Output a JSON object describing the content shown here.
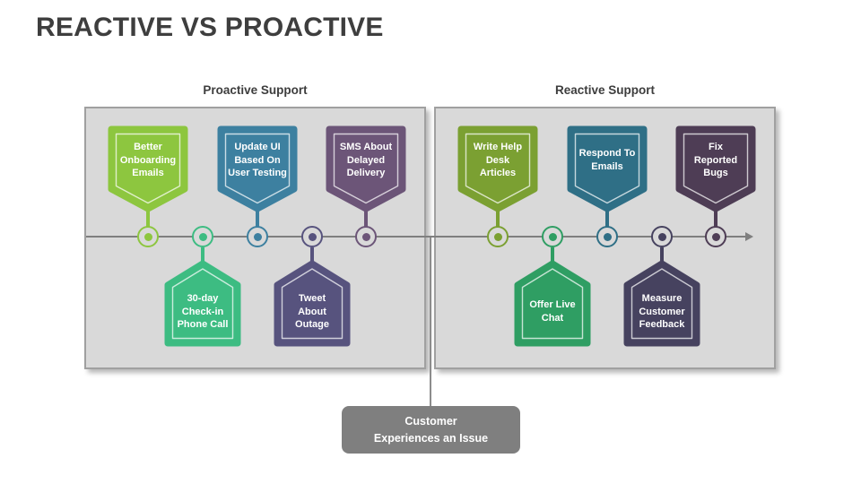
{
  "title": "REACTIVE VS PROACTIVE",
  "colors": {
    "panel_background": "#D9D9D9",
    "panel_border": "#A0A0A0",
    "timeline": "#7F7F7F",
    "title_text": "#3E3E3E"
  },
  "panels": [
    {
      "header": "Proactive Support",
      "items": [
        {
          "label": "Better\nOnboarding\nEmails",
          "position": "top",
          "color": "#8DC63F"
        },
        {
          "label": "30-day\nCheck-in\nPhone Call",
          "position": "bottom",
          "color": "#3DBC82"
        },
        {
          "label": "Update UI\nBased On\nUser Testing",
          "position": "top",
          "color": "#3D80A0"
        },
        {
          "label": "Tweet\nAbout\nOutage",
          "position": "bottom",
          "color": "#57537E"
        },
        {
          "label": "SMS About\nDelayed\nDelivery",
          "position": "top",
          "color": "#6C5578"
        }
      ]
    },
    {
      "header": "Reactive Support",
      "items": [
        {
          "label": "Write Help\nDesk\nArticles",
          "position": "top",
          "color": "#7BA032"
        },
        {
          "label": "Offer Live\nChat",
          "position": "bottom",
          "color": "#2F9E63"
        },
        {
          "label": "Respond To\nEmails",
          "position": "top",
          "color": "#2F6F86"
        },
        {
          "label": "Measure\nCustomer\nFeedback",
          "position": "bottom",
          "color": "#46425F"
        },
        {
          "label": "Fix\nReported\nBugs",
          "position": "top",
          "color": "#4E3D55"
        }
      ]
    }
  ],
  "callout": {
    "label": "Customer\nExperiences an Issue",
    "color": "#7F7F7F"
  }
}
